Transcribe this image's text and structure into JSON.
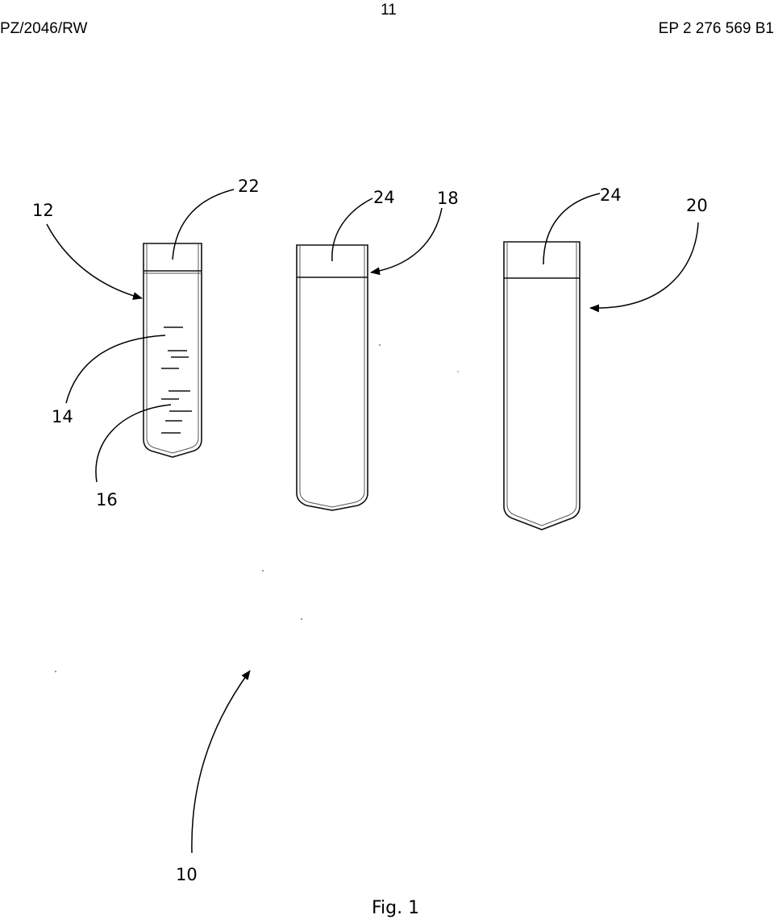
{
  "header": {
    "left": "PZ/2046/RW",
    "page_number": "11",
    "right": "EP 2 276 569 B1"
  },
  "figure": {
    "caption": "Fig. 1",
    "reference_numerals": {
      "assembly": "10",
      "tube_first": "12",
      "contents_upper": "14",
      "contents_lower": "16",
      "tube_second": "18",
      "tube_third": "20",
      "cap_first": "22",
      "cap_second": "24",
      "cap_third": "24"
    }
  }
}
